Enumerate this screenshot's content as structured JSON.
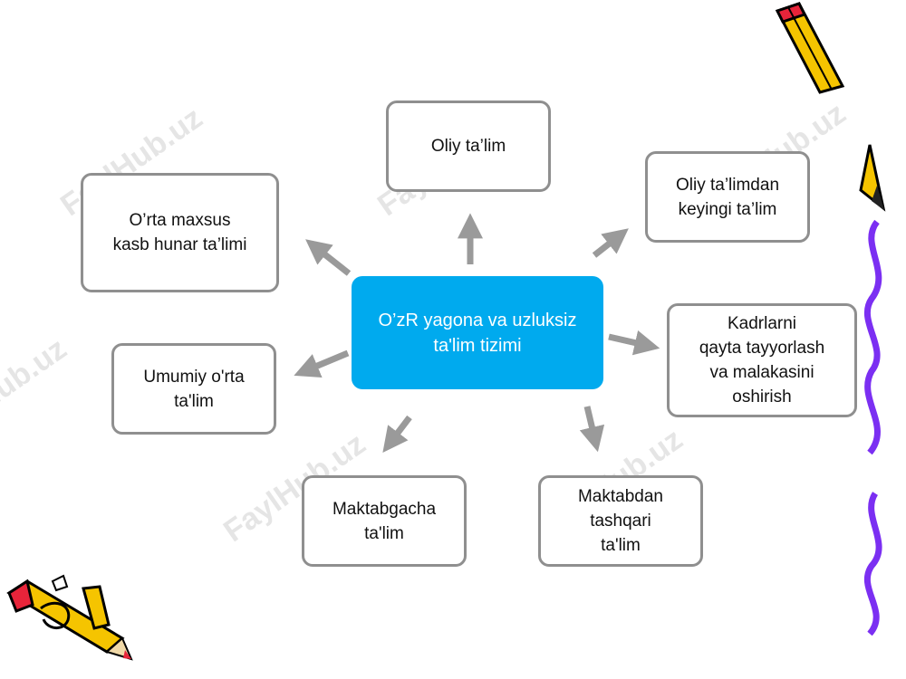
{
  "diagram": {
    "center": {
      "lines": [
        "O’zR yagona va uzluksiz",
        "ta'lim tizimi"
      ]
    },
    "nodes": [
      {
        "id": "oliy-talim",
        "lines": [
          "Oliy ta’lim"
        ]
      },
      {
        "id": "oliy-talimdan-keyingi",
        "lines": [
          "Oliy ta’limdan",
          "keyingi ta’lim"
        ]
      },
      {
        "id": "orta-maxsus",
        "lines": [
          "O’rta maxsus",
          "kasb hunar ta’limi"
        ]
      },
      {
        "id": "kadrlarni-qayta",
        "lines": [
          "Kadrlarni",
          "qayta tayyorlash",
          "va malakasini",
          "oshirish"
        ]
      },
      {
        "id": "umumiy-orta",
        "lines": [
          "Umumiy o'rta",
          "ta'lim"
        ]
      },
      {
        "id": "maktabgacha",
        "lines": [
          "Maktabgacha",
          "ta'lim"
        ]
      },
      {
        "id": "maktabdan-tashqari",
        "lines": [
          "Maktabdan",
          "tashqari",
          "ta'lim"
        ]
      }
    ]
  },
  "watermark": "FaylHub.uz",
  "colors": {
    "center_fill": "#00aaee",
    "box_border": "#8f8f8f",
    "arrow": "#9a9a9a",
    "wave": "#7b2ff2"
  },
  "decorations": [
    "pencil-icon-top-right",
    "pencil-icon-bottom-left",
    "wavy-border-right"
  ]
}
